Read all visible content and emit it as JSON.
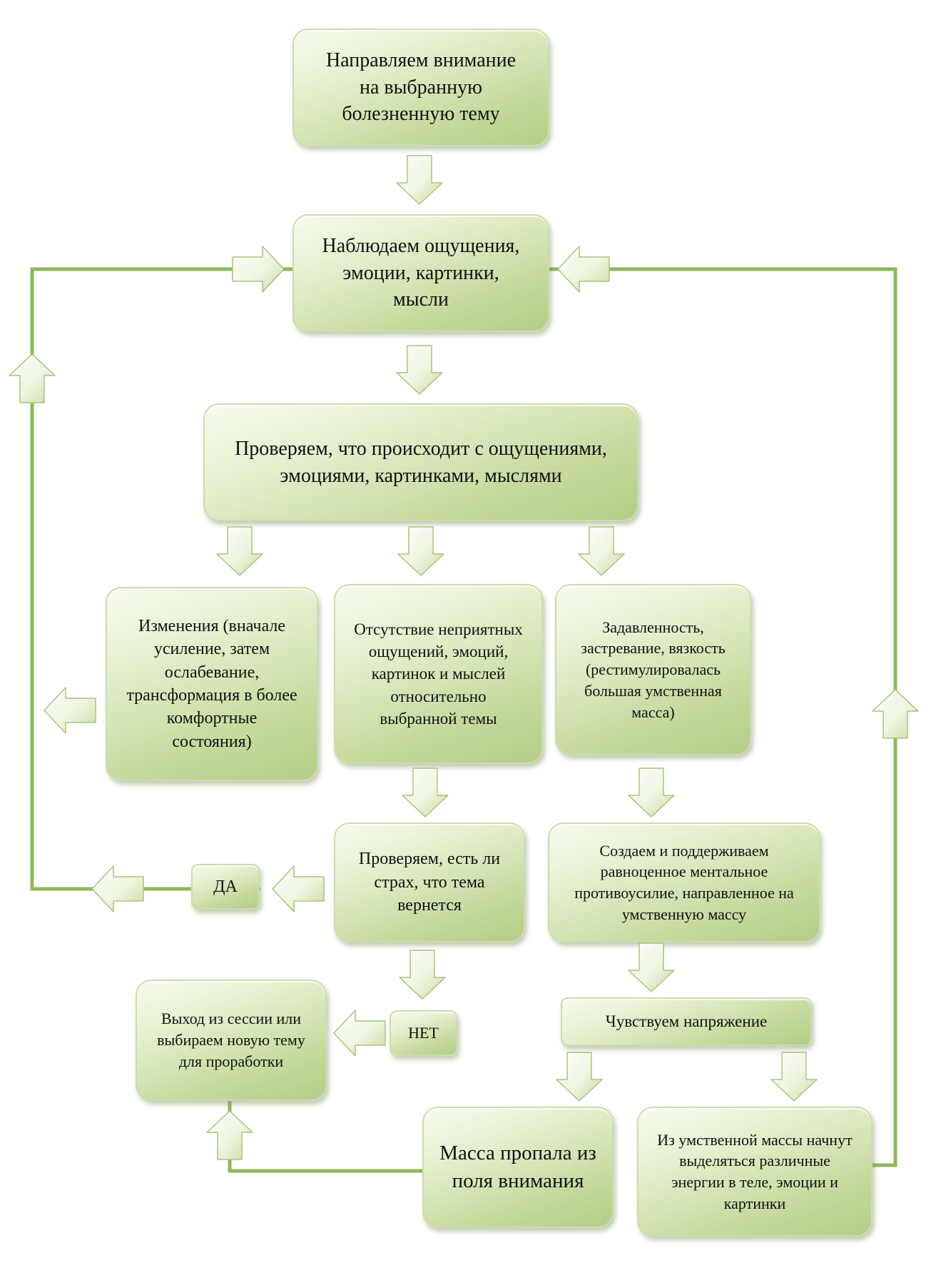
{
  "colors": {
    "line": "#8fb85a",
    "box_light": "#f7fbef",
    "box_dark": "#b3cd86",
    "arrow_light": "#fafcf4",
    "arrow_dark": "#c9dca6",
    "arrow_stroke": "#a8c47e"
  },
  "nodes": {
    "focus_topic": "Направляем внимание на выбранную болезненную тему",
    "observe": "Наблюдаем ощущения, эмоции, картинки, мысли",
    "check_what_happens": "Проверяем, что происходит с ощущениями, эмоциями, картинками, мыслями",
    "changes": "Изменения (вначале усиление, затем ослабевание, трансформация в более комфортные состояния)",
    "absence": "Отсутствие неприятных ощущений, эмоций, картинок и мыслей относительно выбранной темы",
    "stuck": "Задавленность, застревание, вязкость (рестимулировалась большая умственная масса)",
    "check_fear": "Проверяем, есть ли страх, что тема вернется",
    "counter_effort": "Создаем и поддерживаем равноценное ментальное противоусилие, направленное на умственную массу",
    "yes": "ДА",
    "no": "НЕТ",
    "exit_session": "Выход из сессии или выбираем новую тему для проработки",
    "feel_tension": "Чувствуем напряжение",
    "mass_gone": "Масса пропала из поля внимания",
    "energies_released": "Из умственной массы начнут выделяться различные энергии в теле, эмоции и картинки"
  }
}
